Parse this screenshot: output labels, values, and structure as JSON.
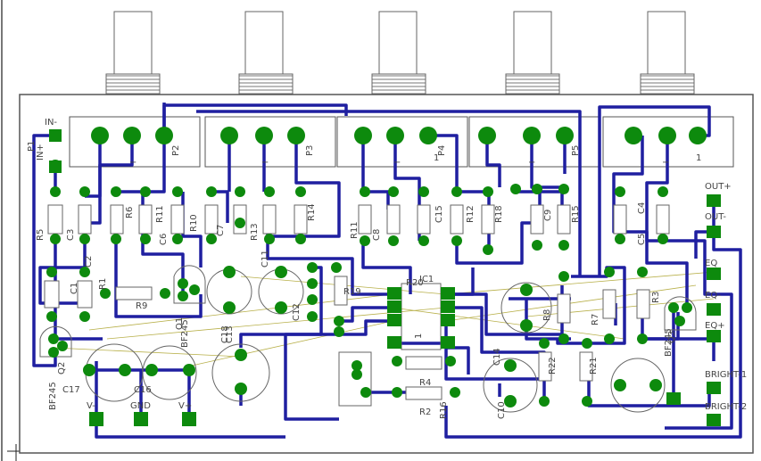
{
  "board": {
    "pots": [
      "P2",
      "P3",
      "P4",
      "P5"
    ],
    "pot_pin_one": "1",
    "pot_pin_one_b": "1",
    "connectors": {
      "in_minus": "IN-",
      "in_plus": "IN+",
      "p1": "P1",
      "out_plus": "OUT+",
      "out_minus": "OUT-",
      "eq": "EQ",
      "eq_minus": "EQ-",
      "eq_plus": "EQ+",
      "bright1": "BRIGHT-1",
      "bright2": "BRIGHT-2",
      "v_minus": "V-",
      "gnd": "GND",
      "v_plus": "V+"
    },
    "resistors": [
      "R1",
      "R2",
      "R3",
      "R4",
      "R5",
      "R6",
      "R7",
      "R8",
      "R9",
      "R10",
      "R11",
      "R12",
      "R13",
      "R14",
      "R15",
      "R16",
      "R18",
      "R19",
      "R20",
      "R21",
      "R22"
    ],
    "capacitors": [
      "C1",
      "C2",
      "C3",
      "C4",
      "C5",
      "C6",
      "C7",
      "C8",
      "C9",
      "C10",
      "C11",
      "C12",
      "C13",
      "C14",
      "C15",
      "C16",
      "C17",
      "C18"
    ],
    "transistors": [
      "Q1",
      "Q2",
      "Q3"
    ],
    "transistor_types": [
      "BF245",
      "BF245",
      "BF245"
    ],
    "ic": "IC1",
    "ic_num": "1",
    "minus": "−"
  }
}
